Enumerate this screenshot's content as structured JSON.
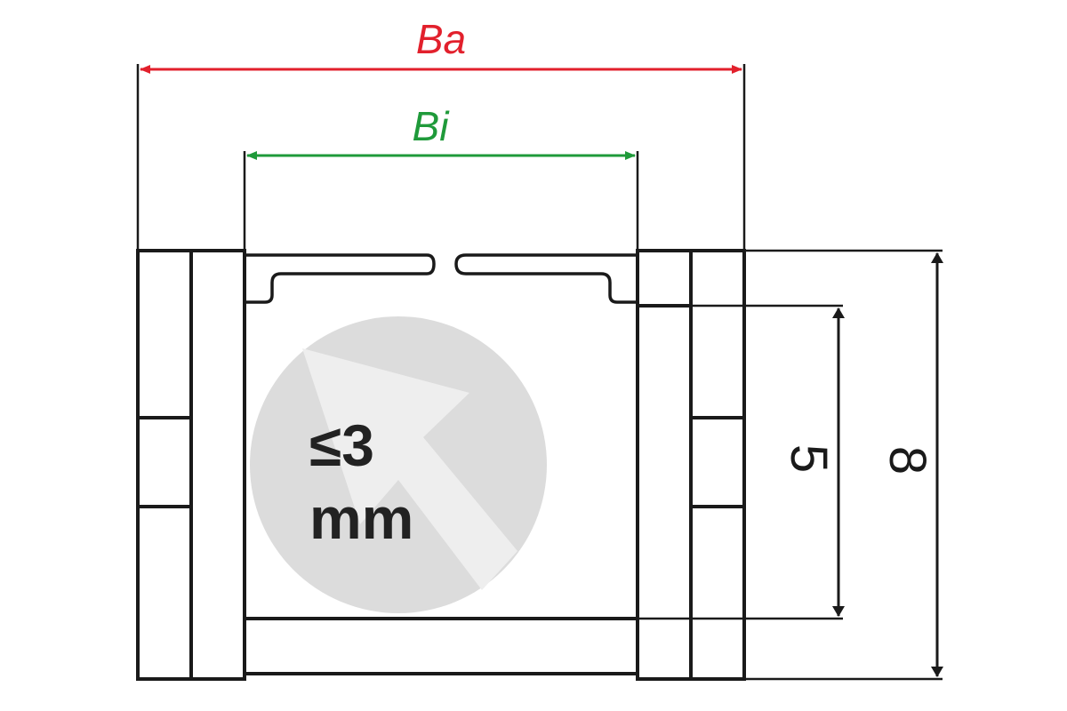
{
  "dimensions": {
    "outer_width": {
      "label": "Ba",
      "color": "#e2202c"
    },
    "inner_width": {
      "label": "Bi",
      "color": "#1f9a3a"
    },
    "inner_height": {
      "label": "5"
    },
    "outer_height": {
      "label": "8"
    }
  },
  "note": {
    "line1": "≤3",
    "line2": "mm"
  },
  "colors": {
    "outline": "#1a1a1a",
    "circle": "#dcdcdc",
    "arrow": "#eeeeee"
  }
}
